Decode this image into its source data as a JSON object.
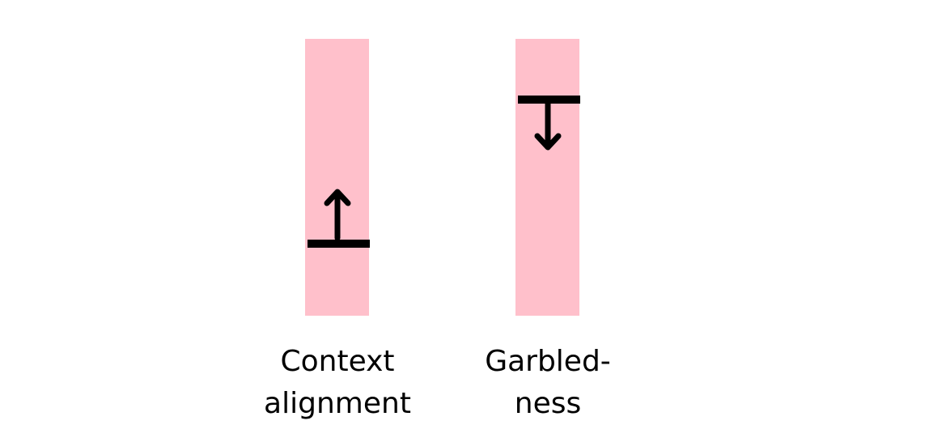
{
  "colors": {
    "bar_fill": "#ffc0cb",
    "marker": "#000000",
    "text": "#000000"
  },
  "columns": [
    {
      "label_lines": [
        "Context",
        "alignment"
      ],
      "threshold_level": 0.26,
      "arrow_direction": "up",
      "icon": "up-arrow-icon"
    },
    {
      "label_lines": [
        "Garbled-",
        "ness"
      ],
      "threshold_level": 0.78,
      "arrow_direction": "down",
      "icon": "down-arrow-icon"
    }
  ]
}
